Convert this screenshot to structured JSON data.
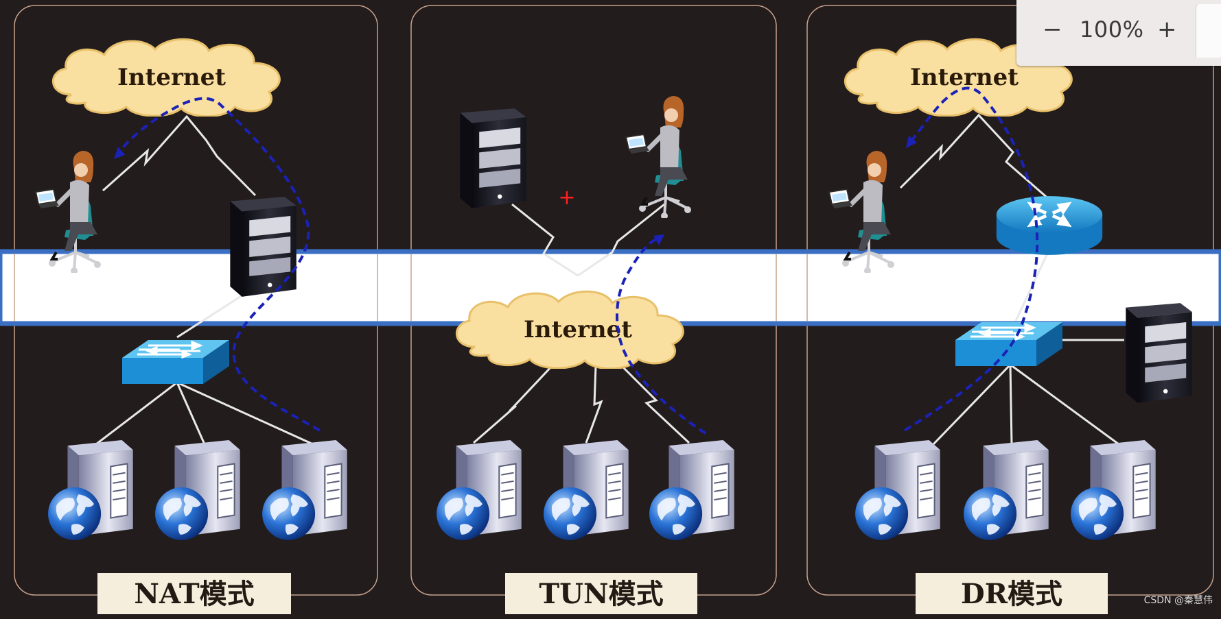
{
  "panels": [
    {
      "mode_label": "NAT模式",
      "cloud_label": "Internet"
    },
    {
      "mode_label": "TUN模式",
      "cloud_label": "Internet"
    },
    {
      "mode_label": "DR模式",
      "cloud_label": "Internet"
    }
  ],
  "zoom": {
    "minus": "−",
    "level": "100%",
    "plus": "+"
  },
  "watermark": "CSDN @秦慧伟",
  "colors": {
    "background": "#231c1c",
    "band": "#ffffff",
    "band_border": "#3a6fc4",
    "cloud": "#f9dfa0",
    "label_box": "#f6eedc",
    "arrow": "#1a22b8",
    "switch": "#1c8fd6"
  }
}
